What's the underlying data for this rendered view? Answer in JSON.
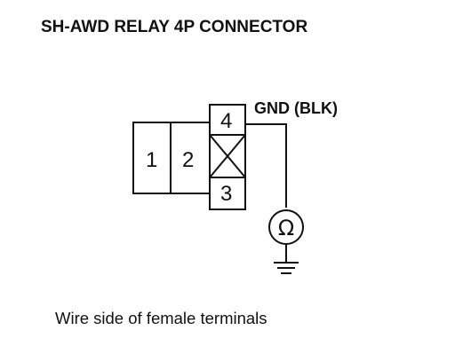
{
  "title": "SH-AWD RELAY 4P CONNECTOR",
  "caption": "Wire side of female terminals",
  "connector": {
    "pins": [
      {
        "number": "1"
      },
      {
        "number": "2"
      },
      {
        "number": "3"
      },
      {
        "number": "4"
      }
    ],
    "empty_cavity": "crossed-box"
  },
  "probe": {
    "label": "GND (BLK)",
    "terminal": "4",
    "meter_symbol": "Ω",
    "meter": "ohmmeter-icon",
    "ground": "ground-icon"
  }
}
